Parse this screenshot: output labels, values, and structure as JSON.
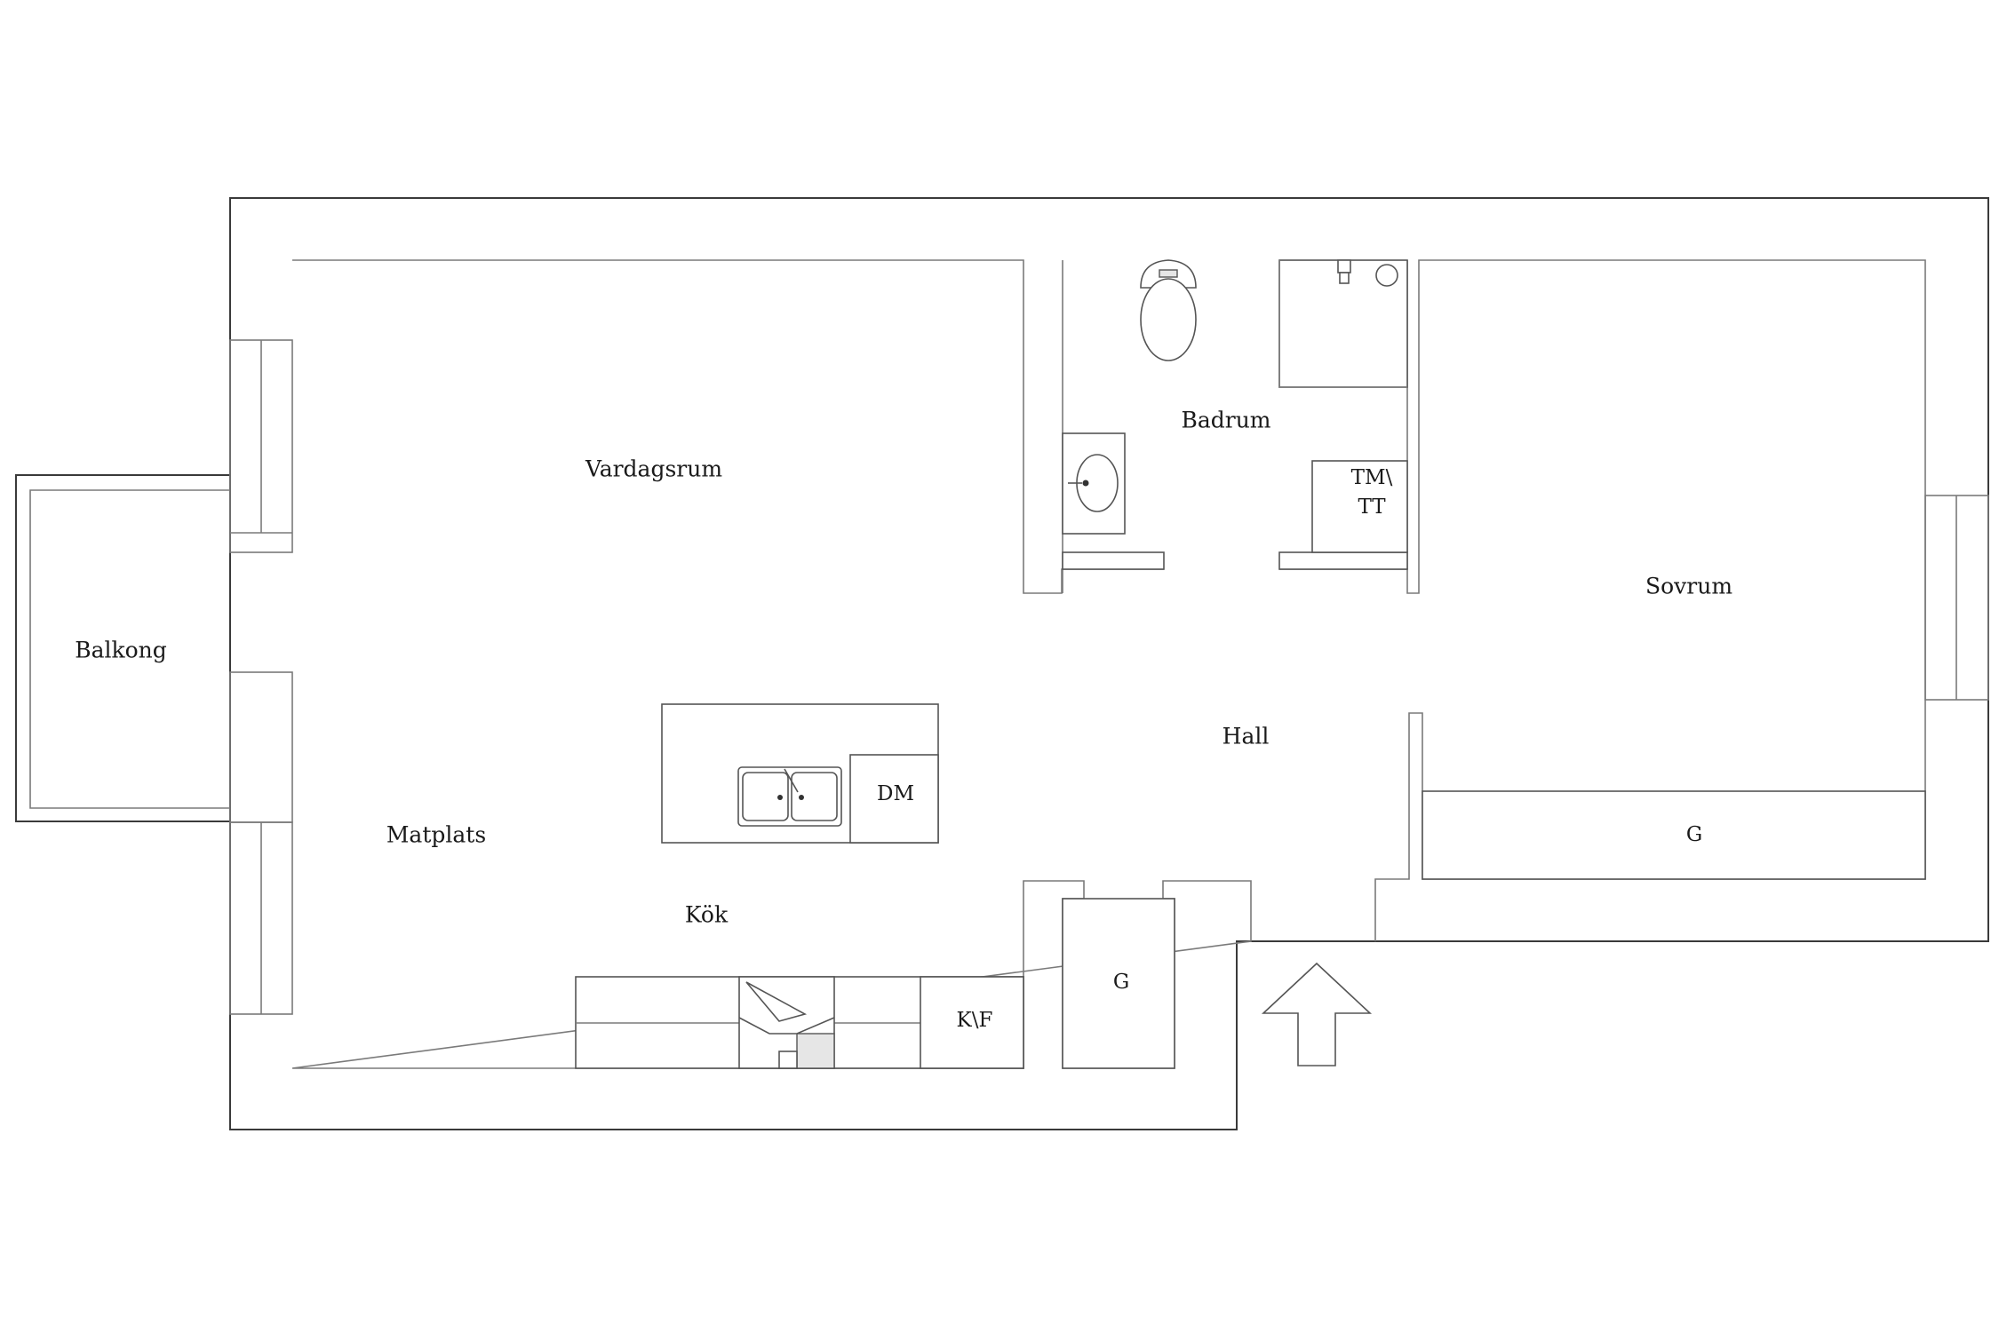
{
  "rooms": {
    "balkong": "Balkong",
    "vardagsrum": "Vardagsrum",
    "matplats": "Matplats",
    "kok": "Kök",
    "badrum": "Badrum",
    "hall": "Hall",
    "sovrum": "Sovrum"
  },
  "fixtures": {
    "dishwasher": "DM",
    "fridge_freezer": "K\\F",
    "washer_dryer_line1": "TM\\",
    "washer_dryer_line2": "TT",
    "wardrobe_hall": "G",
    "wardrobe_bedroom": "G"
  },
  "icons": {
    "entrance": "entrance-arrow-icon",
    "toilet": "toilet-icon",
    "washbasin": "washbasin-icon",
    "shower": "shower-icon",
    "sink": "double-sink-icon",
    "stove": "stove-icon"
  }
}
